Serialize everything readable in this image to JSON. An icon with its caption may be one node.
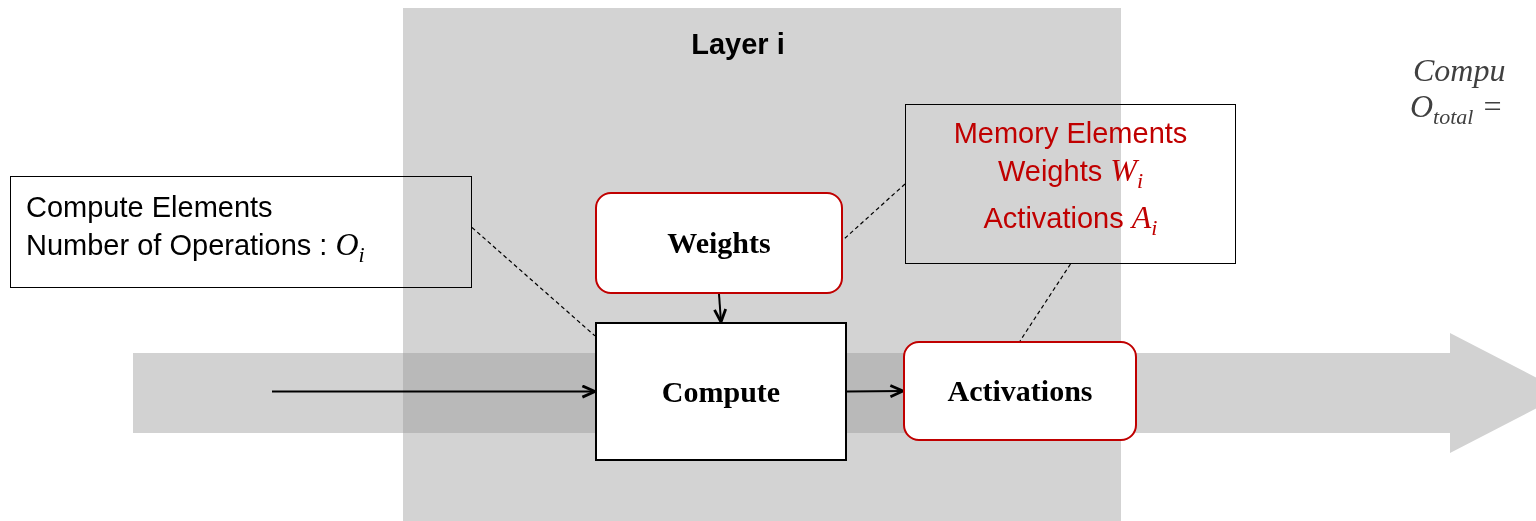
{
  "diagram": {
    "nodes": [
      {
        "text": [
          "Layer i"
        ]
      },
      {
        "text": [
          "Compute Elements",
          "Number of Operations : *O*$_{i}$"
        ]
      },
      {
        "text": [
          "Weights"
        ],
        "in": 0
      },
      {
        "text": [
          "Memory Elements",
          "Weights *W*$_{i}$",
          "Activations *A*$_{i}$"
        ]
      },
      {
        "text": [
          "Compute"
        ],
        "in": 0
      },
      {
        "text": [
          "Activations"
        ]
      }
    ],
    "edges": [
      {
        "from": null,
        "to": 4,
        "arrow": "to"
      },
      {
        "from": 2,
        "to": 4,
        "arrow": "to"
      },
      {
        "from": 4,
        "to": 5,
        "arrow": "to"
      },
      {
        "from": 1,
        "to": 4,
        "arrow": "none",
        "style": "dashed"
      },
      {
        "from": 3,
        "to": 2,
        "arrow": "none",
        "style": "dashed"
      },
      {
        "from": 3,
        "to": 5,
        "arrow": "none",
        "style": "dashed"
      }
    ],
    "labels": [
      "Compu",
      "*O*$_{total}$ ="
    ]
  }
}
